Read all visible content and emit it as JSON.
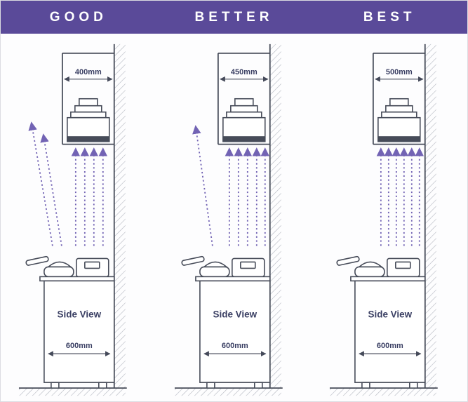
{
  "colors": {
    "header_background": "#5a4a99",
    "header_text": "#ffffff",
    "airflow_arrow": "#7263b4",
    "diagram_line": "#474c59",
    "label_text": "#3a3f63"
  },
  "panels": [
    {
      "title": "GOOD",
      "clearance_label": "400mm",
      "depth_label": "600mm",
      "view_label": "Side View",
      "airflow": {
        "captured": 4,
        "escaped": 2
      }
    },
    {
      "title": "BETTER",
      "clearance_label": "450mm",
      "depth_label": "600mm",
      "view_label": "Side View",
      "airflow": {
        "captured": 5,
        "escaped": 1
      }
    },
    {
      "title": "BEST",
      "clearance_label": "500mm",
      "depth_label": "600mm",
      "view_label": "Side View",
      "airflow": {
        "captured": 6,
        "escaped": 0
      }
    }
  ]
}
